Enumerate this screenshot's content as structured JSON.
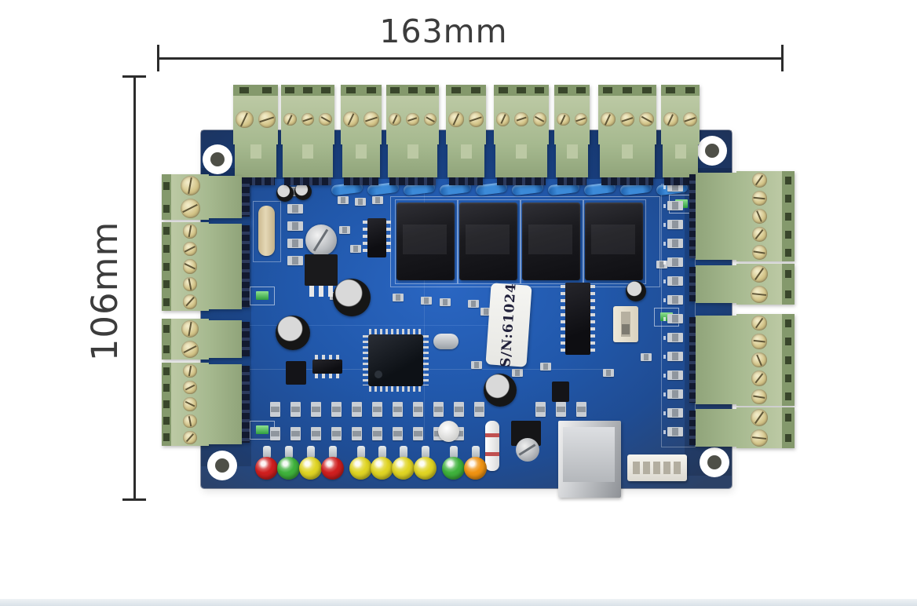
{
  "annotations": {
    "width_label": "163mm",
    "height_label": "106mm"
  },
  "board": {
    "serial_label": "S/N:61024",
    "colors": {
      "pcb": "#2158ab",
      "pcb_edge": "#2c4166",
      "terminal_green": "#a6b98f",
      "terminal_green_light": "#bcc9a4",
      "terminal_green_dark": "#84996c",
      "screw_brass": "#d5c78c",
      "relay_body": "#1b1b1f",
      "resistor_blue": "#3c8ad8",
      "silver": "#c9ccd0",
      "annotation_text": "#3c3c3c",
      "label_bg": "#f5f5f2"
    },
    "top_terminal_pins": [
      2,
      3,
      2,
      3,
      2,
      3,
      2,
      3,
      2
    ],
    "left_terminal_pins": [
      2,
      5,
      2,
      5
    ],
    "right_terminal_pins": [
      5,
      2,
      5,
      2
    ],
    "relay_count": 4,
    "mounting_hole_count": 4,
    "axial_resistor_count": 10,
    "led_colors": [
      "#cf1f1f",
      "#3fb23c",
      "#e0d524",
      "#cf1f1f",
      "#e0d524",
      "#e0d524",
      "#e0d524",
      "#e0d524",
      "#3fb23c",
      "#ef9312"
    ]
  }
}
